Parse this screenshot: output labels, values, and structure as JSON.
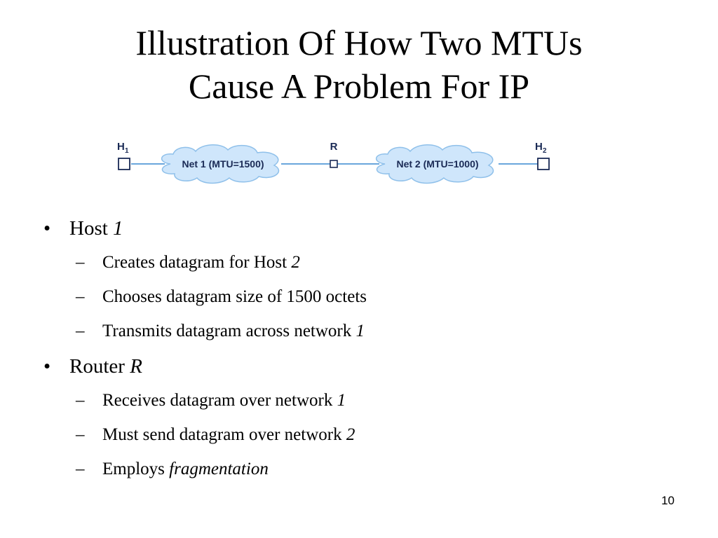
{
  "title": {
    "line1": "Illustration Of How Two MTUs",
    "line2": "Cause A Problem For IP"
  },
  "diagram": {
    "host1": {
      "label": "H",
      "sub": "1"
    },
    "router": {
      "label": "R"
    },
    "host2": {
      "label": "H",
      "sub": "2"
    },
    "net1": "Net 1 (MTU=1500)",
    "net2": "Net 2 (MTU=1000)",
    "colors": {
      "cloud_fill": "#cfe6fb",
      "cloud_stroke": "#8fc0ea",
      "line": "#6aa6dc",
      "node_stroke": "#1a2a55"
    }
  },
  "bullets": [
    {
      "text": "Host ",
      "em": "1",
      "sub": [
        {
          "text": "Creates datagram for Host ",
          "em": "2"
        },
        {
          "text": "Chooses datagram size of 1500 octets",
          "em": ""
        },
        {
          "text": "Transmits datagram across network ",
          "em": "1"
        }
      ]
    },
    {
      "text": "Router ",
      "em": "R",
      "sub": [
        {
          "text": "Receives datagram over network ",
          "em": "1"
        },
        {
          "text": "Must send datagram over network ",
          "em": "2"
        },
        {
          "text": "Employs ",
          "em": "fragmentation"
        }
      ]
    }
  ],
  "page_number": "10"
}
